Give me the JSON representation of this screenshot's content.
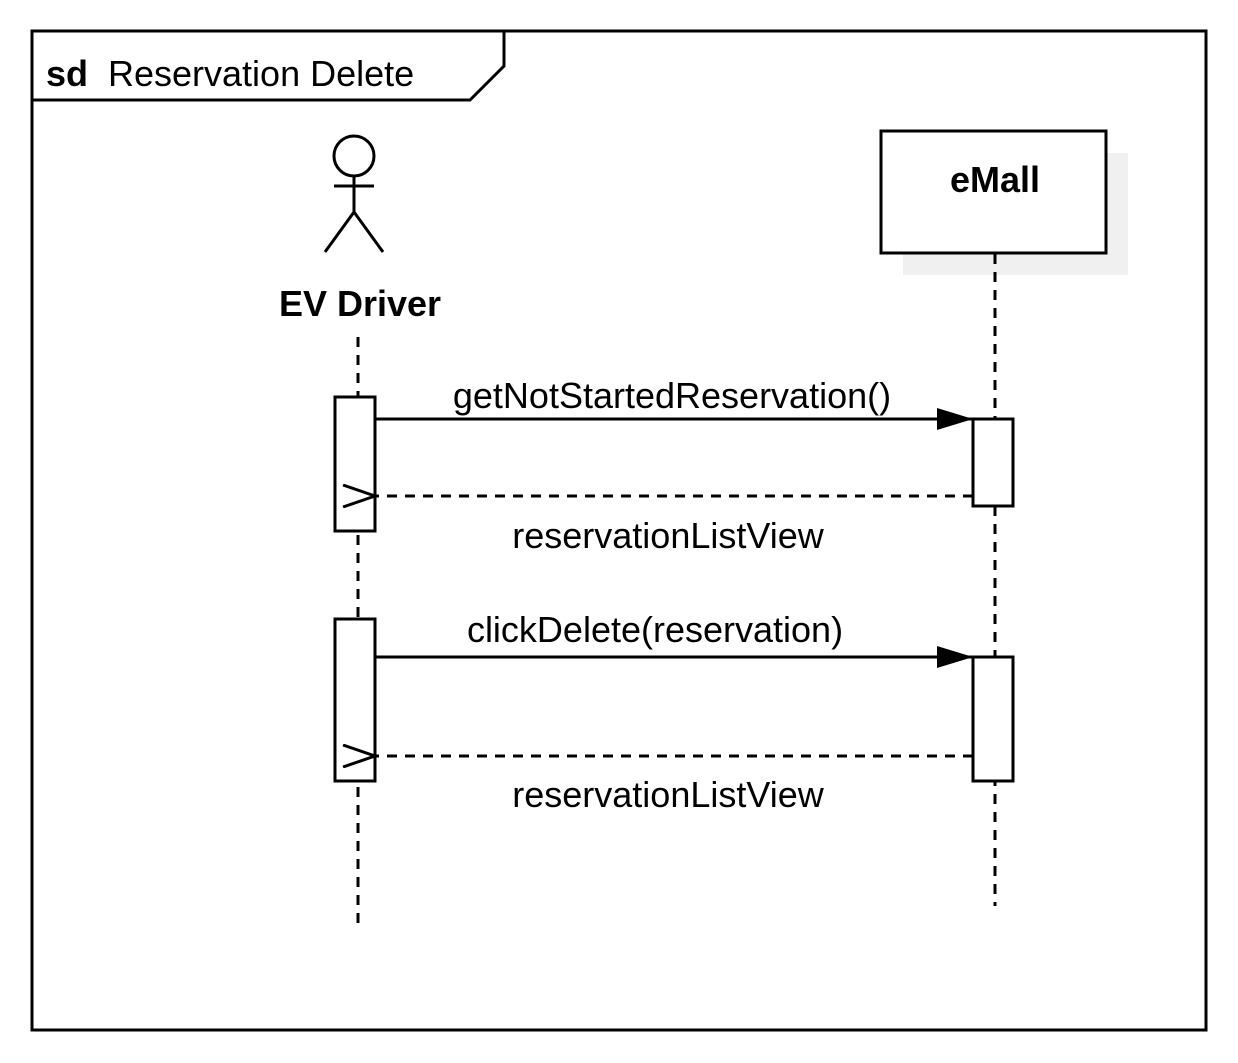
{
  "frame": {
    "keyword": "sd",
    "name": "Reservation Delete"
  },
  "participants": [
    {
      "id": "ev-driver",
      "kind": "actor",
      "label": "EV Driver"
    },
    {
      "id": "emall",
      "kind": "object",
      "label": "eMall"
    }
  ],
  "messages": [
    {
      "label": "getNotStartedReservation()",
      "type": "sync",
      "from": "EV Driver",
      "to": "eMall"
    },
    {
      "label": "reservationListView",
      "type": "return",
      "from": "eMall",
      "to": "EV Driver"
    },
    {
      "label": "clickDelete(reservation)",
      "type": "sync",
      "from": "EV Driver",
      "to": "eMall"
    },
    {
      "label": "reservationListView",
      "type": "return",
      "from": "eMall",
      "to": "EV Driver"
    }
  ],
  "colors": {
    "line": "#000000",
    "shadow": "#f0f0f0",
    "background": "#ffffff"
  }
}
